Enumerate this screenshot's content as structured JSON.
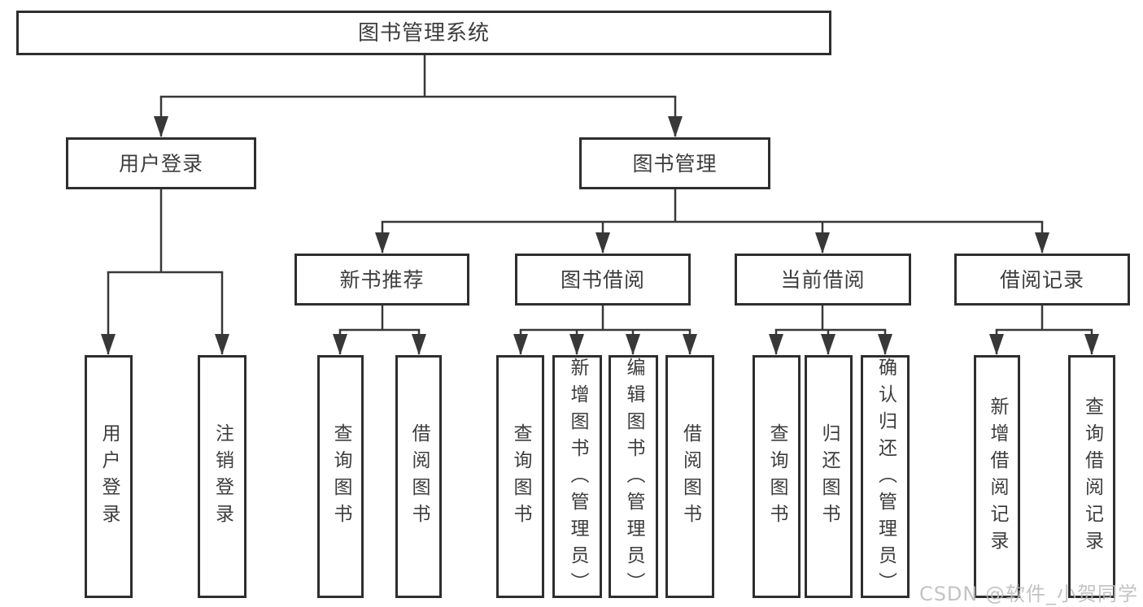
{
  "diagram": {
    "root": {
      "label": "图书管理系统"
    },
    "level2": {
      "user_login": "用户登录",
      "book_management": "图书管理"
    },
    "level3": {
      "new_book_recommend": "新书推荐",
      "book_borrow": "图书借阅",
      "current_borrow": "当前借阅",
      "borrow_records": "借阅记录"
    },
    "leaves": {
      "user_login": [
        "用户登录",
        "注销登录"
      ],
      "new_book_recommend": [
        "查询图书",
        "借阅图书"
      ],
      "book_borrow": [
        "查询图书",
        "新增图书（管理员）",
        "编辑图书（管理员）",
        "借阅图书"
      ],
      "current_borrow": [
        "查询图书",
        "归还图书",
        "确认归还（管理员）"
      ],
      "borrow_records": [
        "新增借阅记录",
        "查询借阅记录"
      ]
    }
  },
  "watermark": {
    "text": "CSDN @软件_小贺同学"
  },
  "colors": {
    "line": "#383838",
    "box_border": "#2e2e2e",
    "text": "#3d3d3d",
    "background": "#ffffff",
    "watermark": "#b9b9b9"
  }
}
